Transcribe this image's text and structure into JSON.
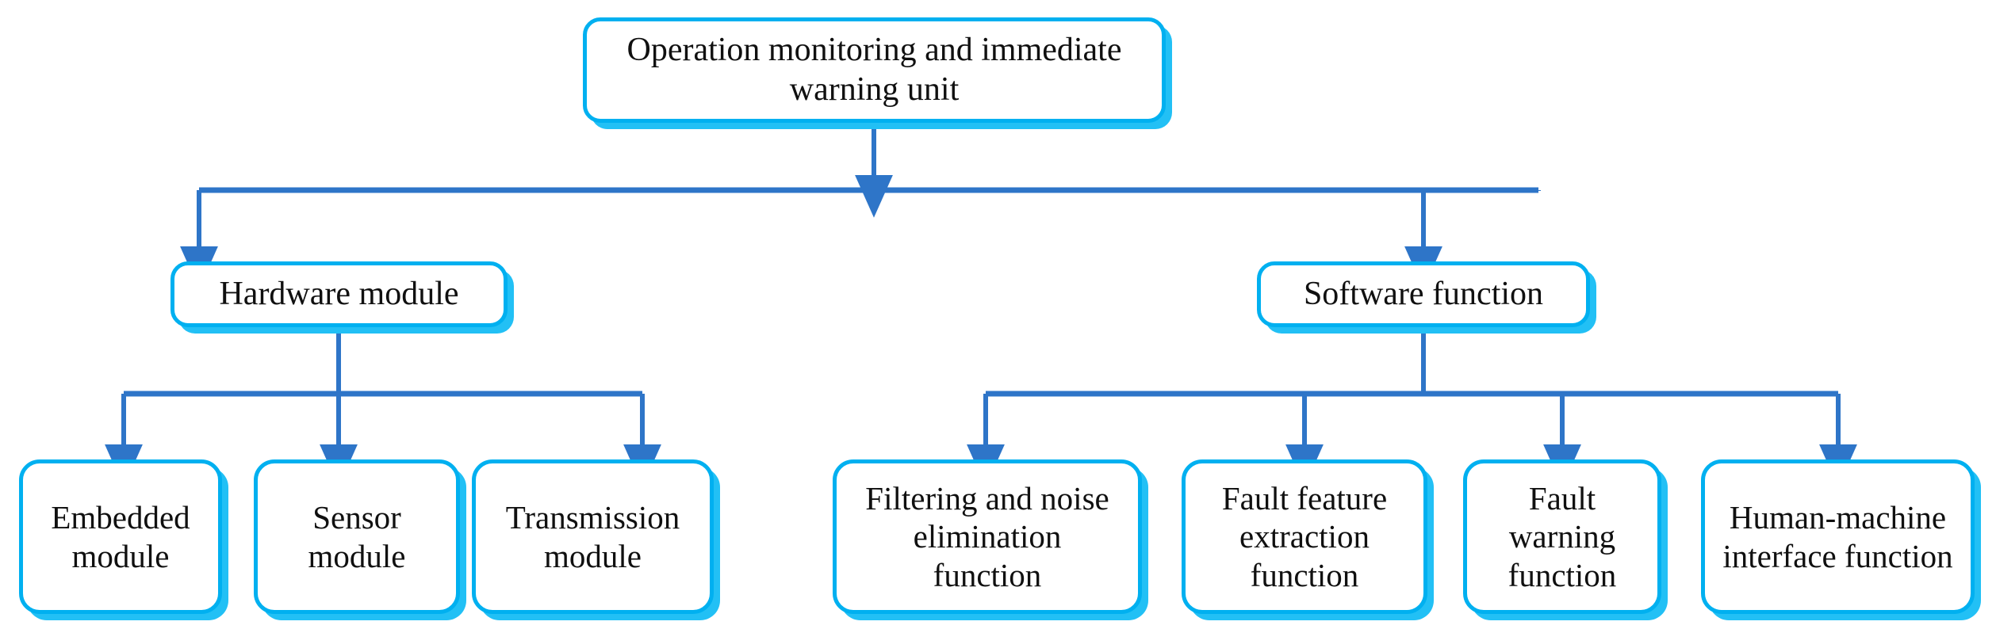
{
  "diagram": {
    "title": "Operation monitoring and immediate warning unit hierarchy",
    "type": "tree-flowchart",
    "colors": {
      "box_border": "#00B0F0",
      "box_shadow": "#22C0F5",
      "box_fill": "#FFFFFF",
      "connector": "#2E75C8",
      "text": "#101010",
      "background": "#FFFFFF"
    },
    "root": {
      "id": "root",
      "label": "Operation monitoring and immediate\nwarning unit"
    },
    "branches": [
      {
        "id": "hardware",
        "label": "Hardware module",
        "children": [
          {
            "id": "embedded",
            "label": "Embedded\nmodule"
          },
          {
            "id": "sensor",
            "label": "Sensor\nmodule"
          },
          {
            "id": "transmission",
            "label": "Transmission\nmodule"
          }
        ]
      },
      {
        "id": "software",
        "label": "Software function",
        "children": [
          {
            "id": "filtering",
            "label": "Filtering and noise\nelimination\nfunction"
          },
          {
            "id": "fault-feature",
            "label": "Fault feature\nextraction\nfunction"
          },
          {
            "id": "fault-warning",
            "label": "Fault\nwarning\nfunction"
          },
          {
            "id": "hmi",
            "label": "Human-machine\ninterface function"
          }
        ]
      }
    ],
    "edges": [
      {
        "from": "root",
        "to": "hardware"
      },
      {
        "from": "root",
        "to": "software"
      },
      {
        "from": "hardware",
        "to": "embedded"
      },
      {
        "from": "hardware",
        "to": "sensor"
      },
      {
        "from": "hardware",
        "to": "transmission"
      },
      {
        "from": "software",
        "to": "filtering"
      },
      {
        "from": "software",
        "to": "fault-feature"
      },
      {
        "from": "software",
        "to": "fault-warning"
      },
      {
        "from": "software",
        "to": "hmi"
      }
    ]
  }
}
